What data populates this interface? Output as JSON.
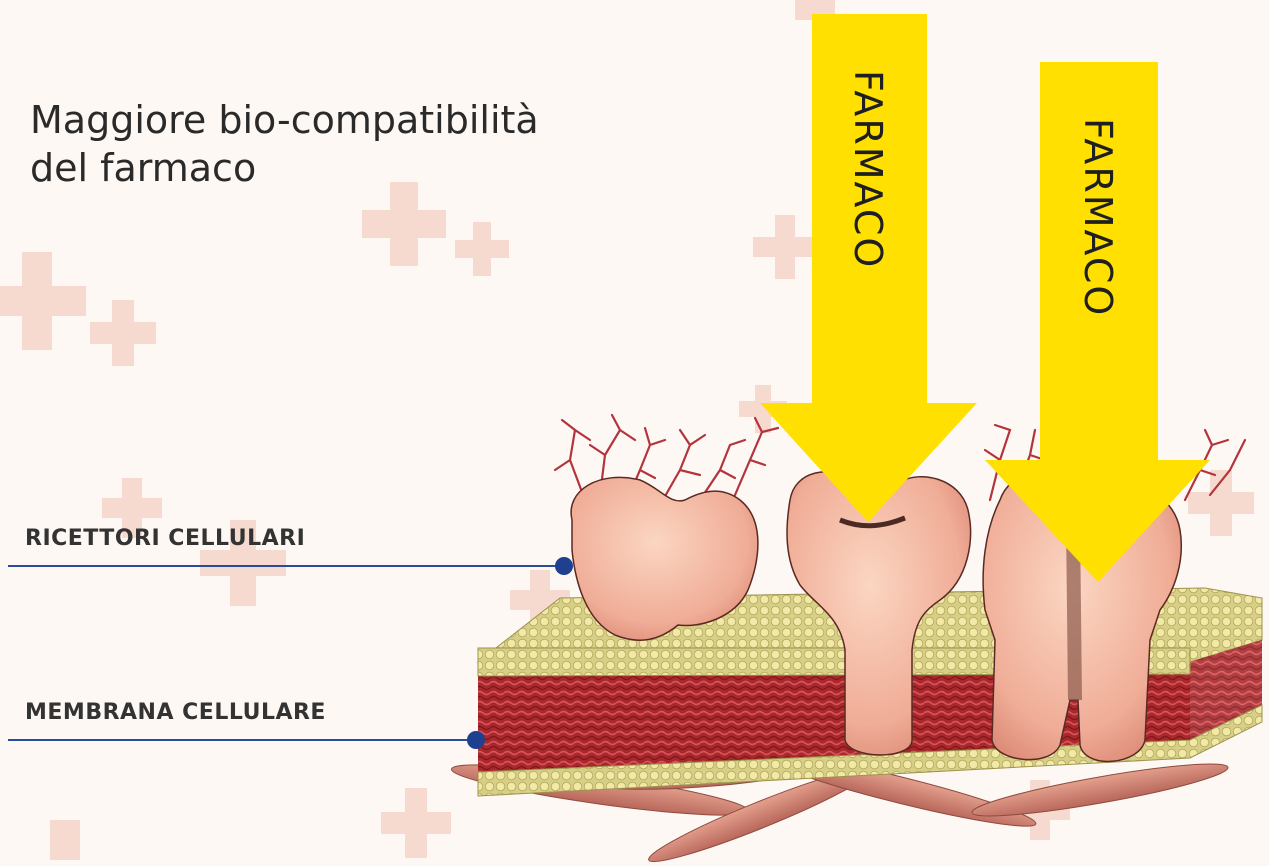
{
  "title": {
    "line1": "Maggiore bio-compatibilità",
    "line2": "del farmaco"
  },
  "labels": {
    "receptors": "RICETTORI CELLULARI",
    "membrane": "MEMBRANA CELLULARE"
  },
  "arrows": [
    {
      "label": "FARMACO"
    },
    {
      "label": "FARMACO"
    }
  ],
  "colors": {
    "background": "#fdf8f4",
    "cross": "#f6d9cf",
    "arrow": "#ffe000",
    "membrane": "#a8282c",
    "lipid_head": "#efe49a",
    "protein": "#f3b59f",
    "callout_line": "#2b4b9b"
  }
}
